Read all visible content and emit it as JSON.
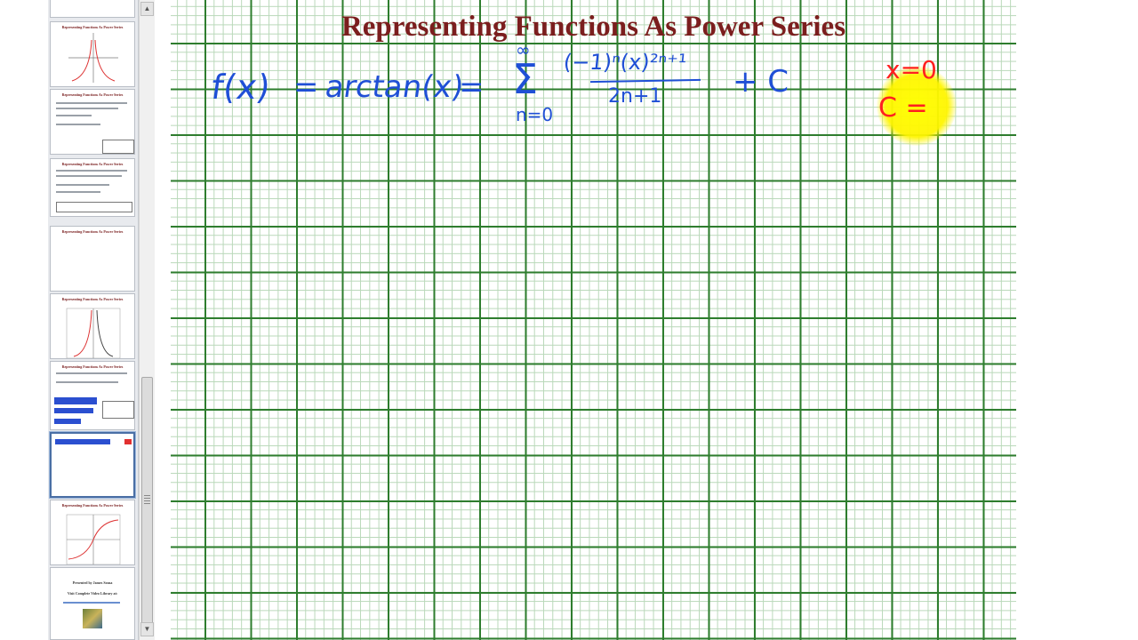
{
  "slide": {
    "title": "Representing Functions As Power Series"
  },
  "equation": {
    "lhs": "f(x)",
    "equals1": "=",
    "func": "arctan(x)",
    "equals2": "=",
    "sum_symbol": "Σ",
    "upper": "∞",
    "lower": "n=0",
    "numerator": "(−1)ⁿ(x)²ⁿ⁺¹",
    "denominator": "2n+1",
    "plus_c": "+ C"
  },
  "annotation": {
    "x_eq": "x=0",
    "c_eq": "C ="
  },
  "thumbnails": [
    {
      "title": "Representing Functions As Power Series",
      "kind": "graph"
    },
    {
      "title": "Representing Functions As Power Series",
      "kind": "text-box"
    },
    {
      "title": "Representing Functions As Power Series",
      "kind": "text-box"
    },
    {
      "title": "Representing Functions As Power Series",
      "kind": "blank"
    },
    {
      "title": "Representing Functions As Power Series",
      "kind": "graph"
    },
    {
      "title": "Representing Functions As Power Series",
      "kind": "text-box"
    },
    {
      "title": "",
      "kind": "current"
    },
    {
      "title": "Representing Functions As Power Series",
      "kind": "graph"
    }
  ],
  "footer": {
    "line1": "Presented by James Sousa",
    "line2": "Visit Complete Video Library at:"
  },
  "colors": {
    "title": "#7b1e1e",
    "ink_blue": "#1f4fd6",
    "ink_red": "#ff2020",
    "grid_major": "#2e7d2e",
    "grid_minor": "#b9d8b9",
    "highlight": "#ffff00"
  }
}
